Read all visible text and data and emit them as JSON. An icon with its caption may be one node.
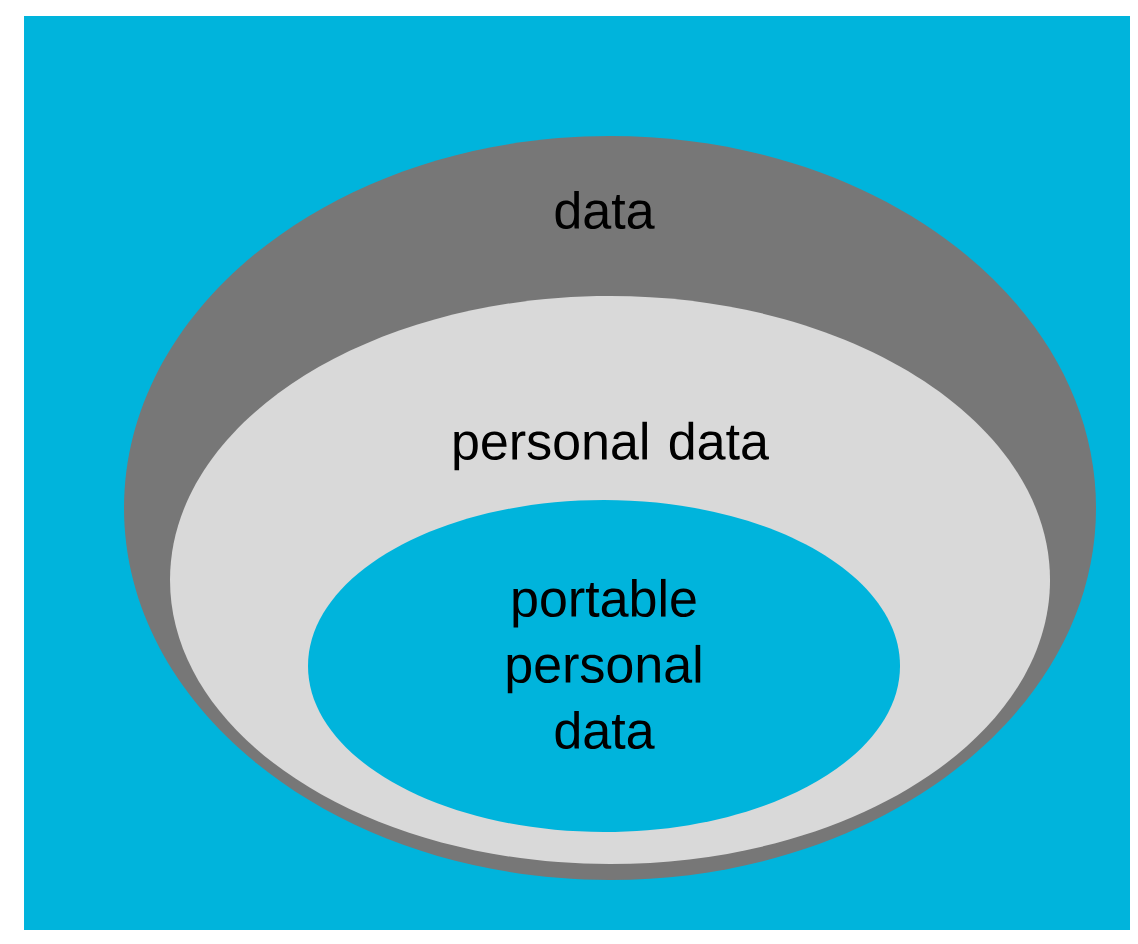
{
  "diagram": {
    "nodes": [
      {
        "text": [
          "data"
        ]
      },
      {
        "text": [
          "personal data"
        ],
        "in": 0
      },
      {
        "text": [
          "portable personal data"
        ],
        "in": 1
      }
    ]
  }
}
